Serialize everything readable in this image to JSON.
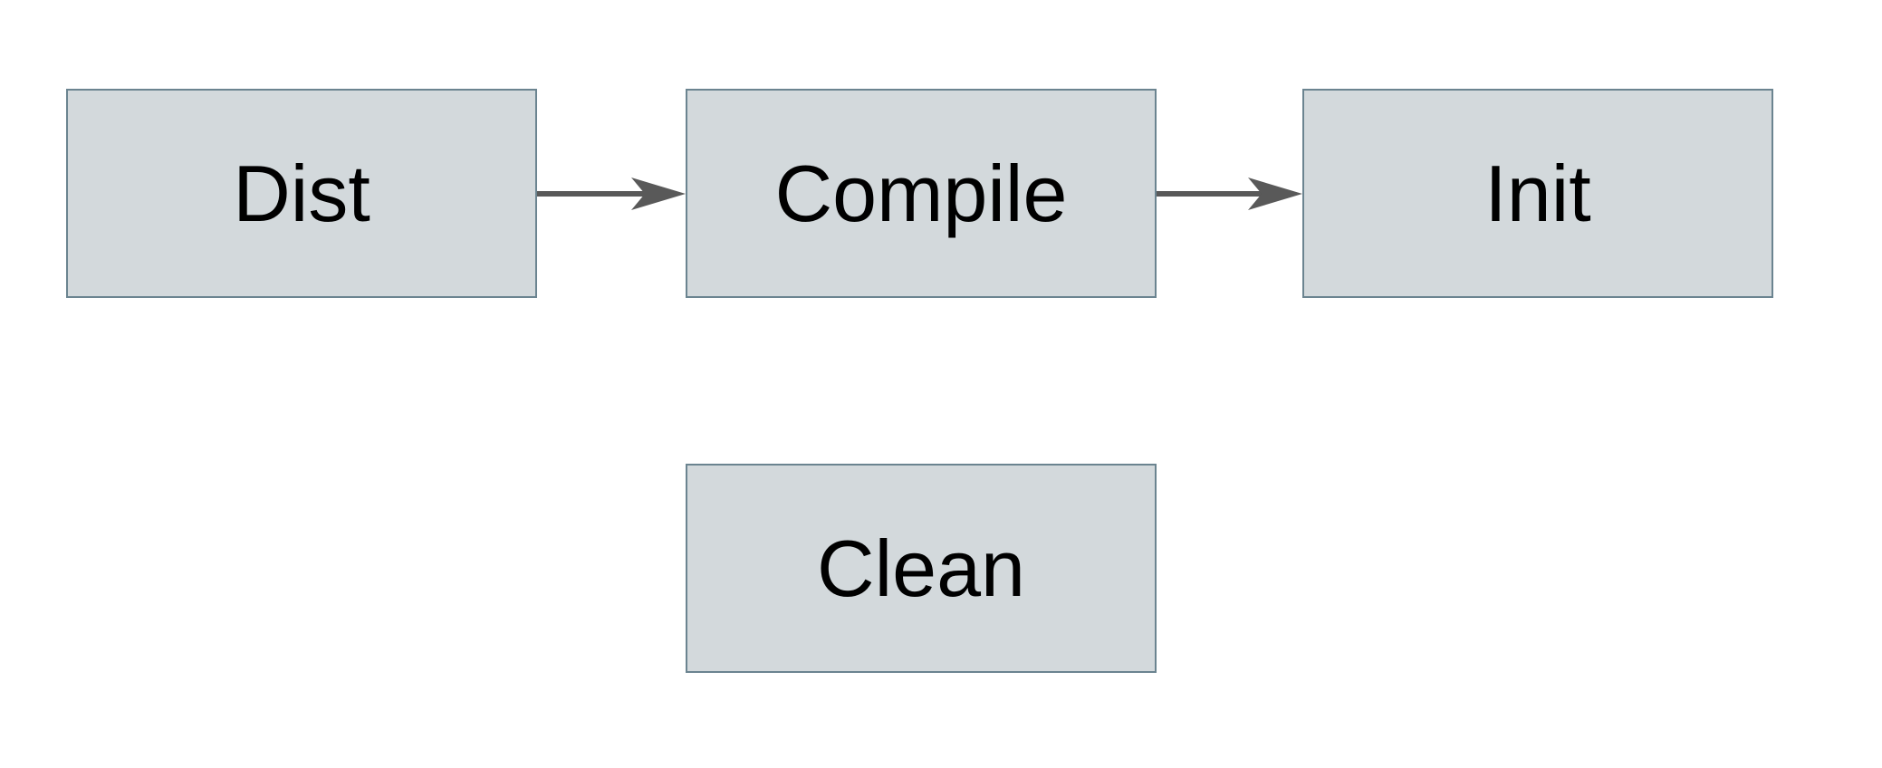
{
  "diagram": {
    "title": "build-targets-flowchart",
    "nodes": [
      {
        "id": "dist",
        "label": "Dist"
      },
      {
        "id": "compile",
        "label": "Compile"
      },
      {
        "id": "init",
        "label": "Init"
      },
      {
        "id": "clean",
        "label": "Clean"
      }
    ],
    "edges": [
      {
        "from": "Dist",
        "to": "Compile",
        "style": "solid",
        "head": "barbed-right"
      },
      {
        "from": "Compile",
        "to": "Init",
        "style": "solid",
        "head": "barbed-right"
      }
    ]
  },
  "colors": {
    "--bg": "#ffffff",
    "--node-fill": "#d3d9dc",
    "--node-border": "#6b8490",
    "--arrow": "#595959",
    "--text": "#000000"
  }
}
